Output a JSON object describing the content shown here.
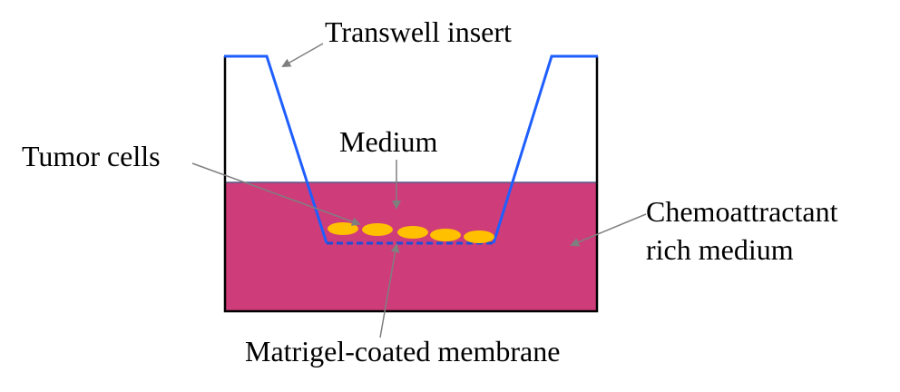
{
  "labels": {
    "transwell_insert": "Transwell insert",
    "medium": "Medium",
    "tumor_cells": "Tumor cells",
    "chemoattractant_line1": "Chemoattractant",
    "chemoattractant_line2": "rich medium",
    "membrane": "Matrigel-coated membrane"
  },
  "colors": {
    "outer_well_fill": "#cf3c7a",
    "outer_well_border": "#000000",
    "insert_line": "#1f5fff",
    "membrane_dash": "#1f4fd8",
    "tumor_cell": "#ffc000",
    "arrow": "#7f7f7f",
    "text": "#000000"
  },
  "tumor_cell_count": 5
}
